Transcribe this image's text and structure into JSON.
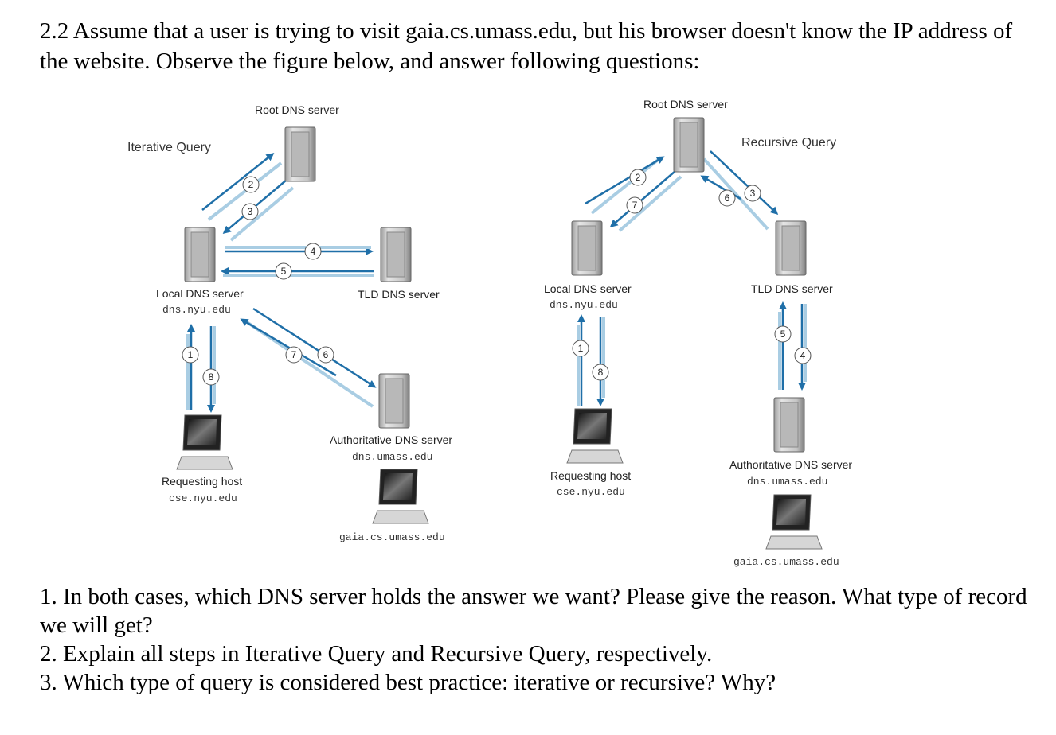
{
  "intro": "2.2 Assume that a user is trying to visit gaia.cs.umass.edu, but his browser doesn't know the IP address of the website. Observe the figure below, and answer following questions:",
  "questions": [
    "1. In both cases, which DNS server holds the answer we want? Please give the reason. What type of record we will get?",
    "2. Explain all steps in Iterative Query and Recursive Query, respectively.",
    "3. Which type of query is considered best practice: iterative or recursive? Why?"
  ],
  "iterative": {
    "title": "Iterative Query",
    "root_label": "Root DNS server",
    "local_label": "Local DNS server",
    "local_host": "dns.nyu.edu",
    "tld_label": "TLD DNS server",
    "auth_label": "Authoritative DNS server",
    "auth_host": "dns.umass.edu",
    "req_label": "Requesting host",
    "req_host": "cse.nyu.edu",
    "target_host": "gaia.cs.umass.edu",
    "steps": [
      "1",
      "2",
      "3",
      "4",
      "5",
      "6",
      "7",
      "8"
    ]
  },
  "recursive": {
    "title": "Recursive Query",
    "root_label": "Root DNS server",
    "local_label": "Local DNS server",
    "local_host": "dns.nyu.edu",
    "tld_label": "TLD DNS server",
    "auth_label": "Authoritative DNS server",
    "auth_host": "dns.umass.edu",
    "req_label": "Requesting host",
    "req_host": "cse.nyu.edu",
    "target_host": "gaia.cs.umass.edu",
    "steps": [
      "1",
      "2",
      "3",
      "4",
      "5",
      "6",
      "7",
      "8"
    ]
  },
  "colors": {
    "arrow_dark": "#1f6fa8",
    "arrow_light": "#a9cde3",
    "server_body": "#d0d0d0"
  },
  "icons": {
    "server": "server-tower-icon",
    "computer": "desktop-computer-icon"
  }
}
